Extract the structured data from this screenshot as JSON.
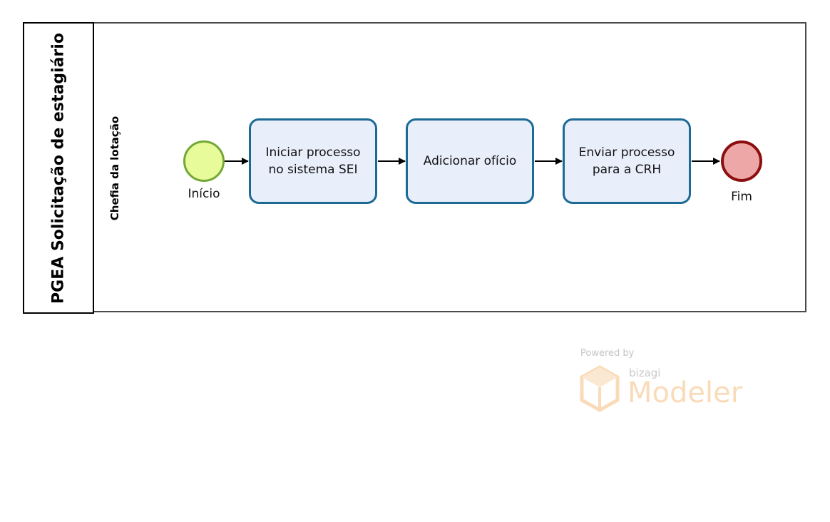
{
  "pool": {
    "title": "PGEA Solicitação de estagiário"
  },
  "lane": {
    "title": "Chefia da lotação"
  },
  "start_event": {
    "label": "Início",
    "fill": "#e7fb9b",
    "stroke": "#73a834"
  },
  "end_event": {
    "label": "Fim",
    "fill": "#eda7a7",
    "stroke": "#8c0e0e"
  },
  "tasks": [
    {
      "label": "Iniciar processo no sistema SEI"
    },
    {
      "label": "Adicionar ofício"
    },
    {
      "label": "Enviar processo para a CRH"
    }
  ],
  "task_style": {
    "fill": "#e9eefb",
    "stroke": "#1c6a96"
  },
  "flows": [
    {
      "from": "Início",
      "to": "Iniciar processo no sistema SEI"
    },
    {
      "from": "Iniciar processo no sistema SEI",
      "to": "Adicionar ofício"
    },
    {
      "from": "Adicionar ofício",
      "to": "Enviar processo para a CRH"
    },
    {
      "from": "Enviar processo para a CRH",
      "to": "Fim"
    }
  ],
  "watermark": {
    "powered_by": "Powered by",
    "brand": "bizagi",
    "product": "Modeler",
    "accent": "#f09b3a"
  }
}
